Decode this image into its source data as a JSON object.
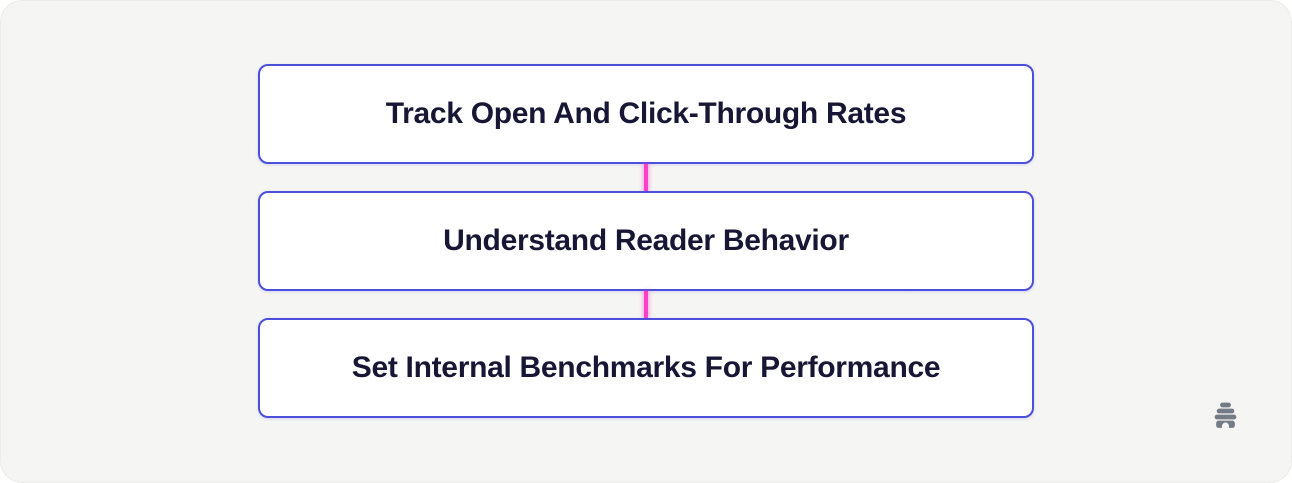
{
  "colors": {
    "canvas-bg": "#f5f5f3",
    "box-bg": "#ffffff",
    "box-border": "#4c4fdb",
    "text-color": "#171735",
    "connector-pink": "#ff40c8",
    "logo-gray": "#757a87"
  },
  "flowchart": {
    "steps": [
      {
        "label": "Track Open And Click-Through Rates"
      },
      {
        "label": "Understand Reader Behavior"
      },
      {
        "label": "Set Internal Benchmarks For Performance"
      }
    ]
  },
  "branding": {
    "logo_icon": "beehive-icon"
  }
}
